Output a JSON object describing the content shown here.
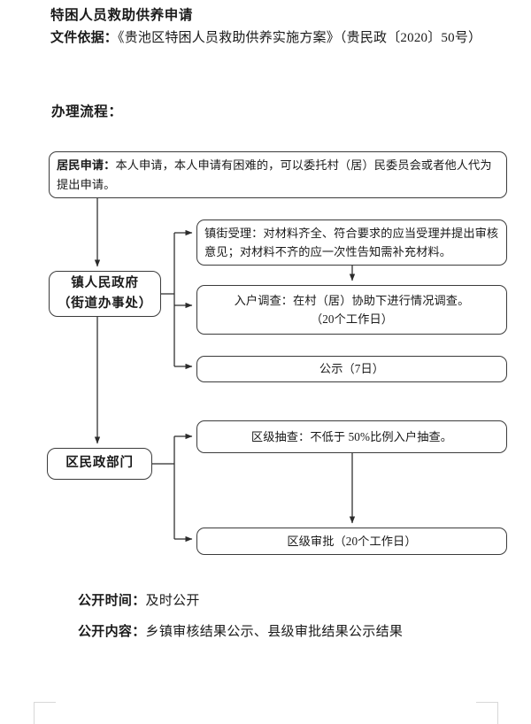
{
  "document": {
    "title": "特困人员救助供养申请",
    "basis_label": "文件依据：",
    "basis_text": "《贵池区特困人员救助供养实施方案》（贵民政〔2020〕50号）",
    "process_label": "办理流程："
  },
  "flow": {
    "nodes": {
      "resident_application": {
        "label": "居民申请：",
        "text": "本人申请，本人申请有困难的，可以委托村（居）民委员会或者他人代为提出申请。"
      },
      "town_government": {
        "line1": "镇人民政府",
        "line2": "（街道办事处）"
      },
      "town_acceptance": {
        "text": "镇街受理：对材料齐全、符合要求的应当受理并提出审核意见；对材料不齐的应一次性告知需补充材料。"
      },
      "home_visit": {
        "line1": "入户调查：在村（居）协助下进行情况调查。",
        "line2": "（20个工作日）"
      },
      "publicity": {
        "text": "公示（7日）"
      },
      "civil_affairs": {
        "text": "区民政部门"
      },
      "district_sampling": {
        "text": "区级抽查：不低于 50%比例入户抽查。"
      },
      "district_approval": {
        "text": "区级审批（20个工作日）"
      }
    }
  },
  "footer": {
    "open_time_label": "公开时间：",
    "open_time_value": "及时公开",
    "open_content_label": "公开内容：",
    "open_content_value": "乡镇审核结果公示、县级审批结果公示结果"
  },
  "style": {
    "ink": "#1a1a1a",
    "border": "#3b3b3b",
    "page_background": "#ffffff"
  }
}
